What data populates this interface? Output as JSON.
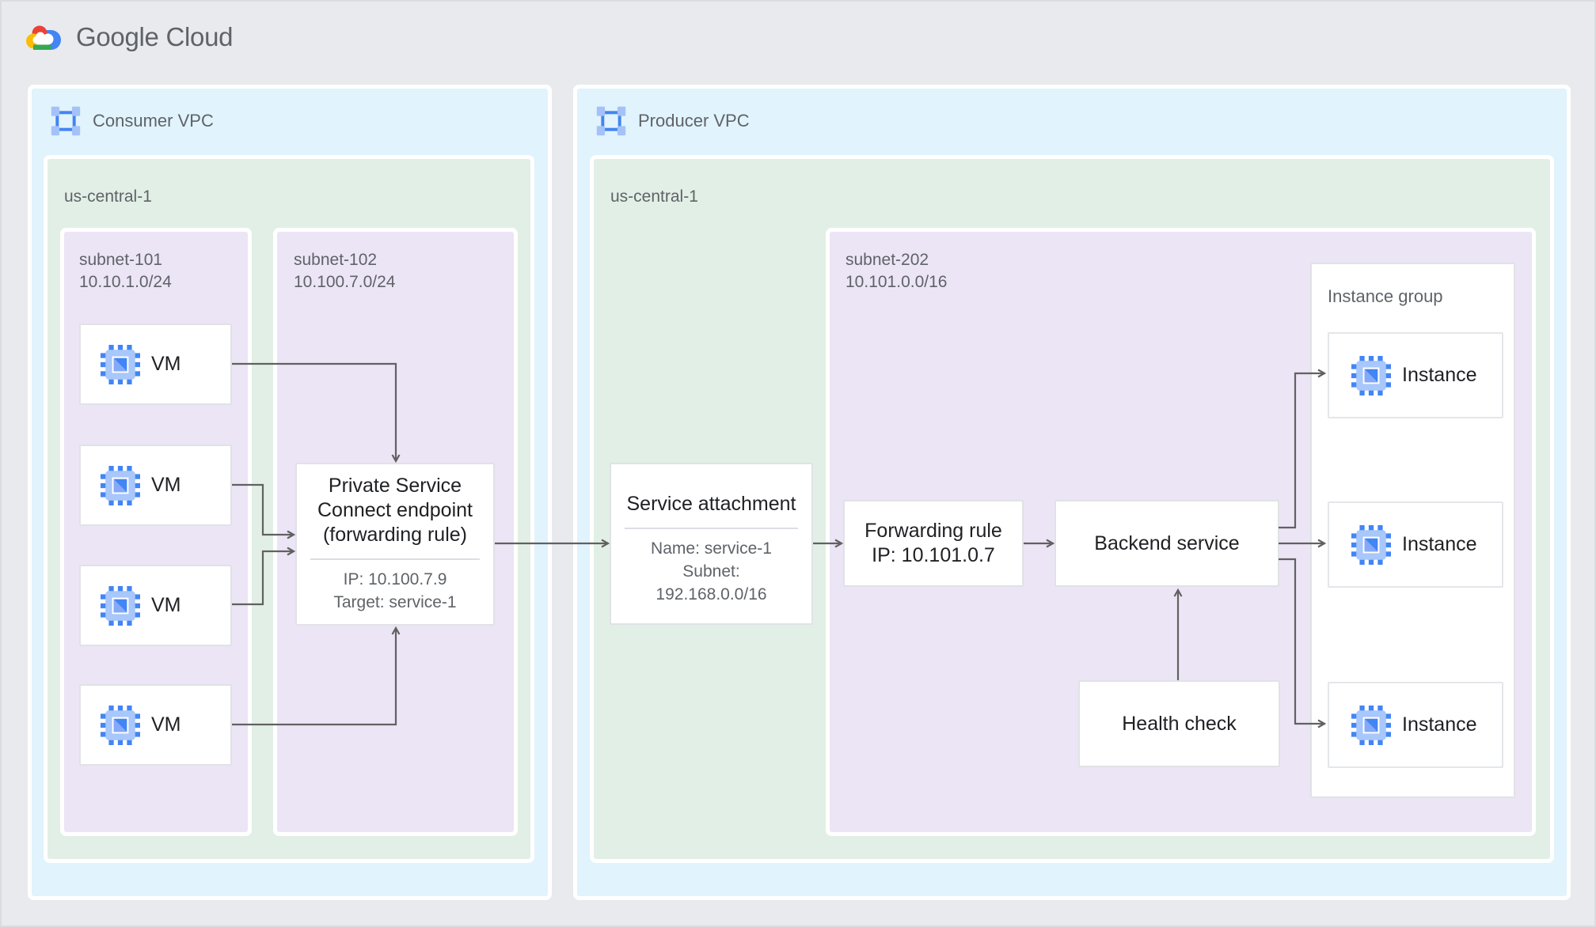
{
  "logo": {
    "text": "Google Cloud"
  },
  "consumer_vpc": {
    "label": "Consumer VPC",
    "region": {
      "label": "us-central-1",
      "subnet_101": {
        "name": "subnet-101",
        "cidr": "10.10.1.0/24",
        "vms": [
          {
            "label": "VM"
          },
          {
            "label": "VM"
          },
          {
            "label": "VM"
          },
          {
            "label": "VM"
          }
        ]
      },
      "subnet_102": {
        "name": "subnet-102",
        "cidr": "10.100.7.0/24",
        "psc_endpoint": {
          "title": "Private Service\nConnect endpoint\n(forwarding rule)",
          "ip": "IP: 10.100.7.9",
          "target": "Target: service-1"
        }
      }
    }
  },
  "producer_vpc": {
    "label": "Producer VPC",
    "region": {
      "label": "us-central-1",
      "service_attachment": {
        "title": "Service attachment",
        "name": "Name: service-1",
        "subnet_label": "Subnet:",
        "subnet_cidr": "192.168.0.0/16"
      },
      "subnet_202": {
        "name": "subnet-202",
        "cidr": "10.101.0.0/16",
        "forwarding_rule": {
          "title": "Forwarding rule",
          "ip": "IP: 10.101.0.7"
        },
        "backend_service": {
          "label": "Backend service"
        },
        "health_check": {
          "label": "Health check"
        },
        "instance_group": {
          "label": "Instance group",
          "instances": [
            {
              "label": "Instance"
            },
            {
              "label": "Instance"
            },
            {
              "label": "Instance"
            }
          ]
        }
      }
    }
  },
  "colors": {
    "canvas_background": "#E8EAED",
    "vpc_fill": "#E1F3FC",
    "region_fill": "#E2EFE6",
    "subnet_fill": "#ECE5F5",
    "node_background": "#FFFFFF",
    "node_border": "#E0E2E6",
    "arrow": "#616161",
    "text_primary": "#202124",
    "text_secondary": "#5F6368",
    "icon_blue": "#4285F4",
    "icon_light_blue": "#A8C7FA",
    "logo_red": "#EA4335",
    "logo_yellow": "#FBBC05",
    "logo_green": "#34A853",
    "logo_blue": "#4285F4"
  }
}
